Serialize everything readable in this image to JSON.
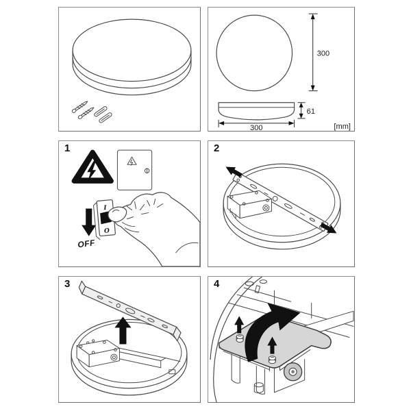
{
  "document": {
    "kind": "luminaire installation instruction sheet"
  },
  "dimensions": {
    "diameter": "300",
    "height": "61",
    "width": "300",
    "unit": "[mm]"
  },
  "steps": {
    "step1": {
      "number": "1",
      "off_label": "OFF",
      "switch_on": "I",
      "switch_off": "O"
    },
    "step2": {
      "number": "2"
    },
    "step3": {
      "number": "3"
    },
    "step4": {
      "number": "4"
    }
  },
  "colors": {
    "line": "#4a4a4a",
    "black": "#111111",
    "plate_gray": "#d6d6d6",
    "panel_border": "#8d8d8d"
  }
}
